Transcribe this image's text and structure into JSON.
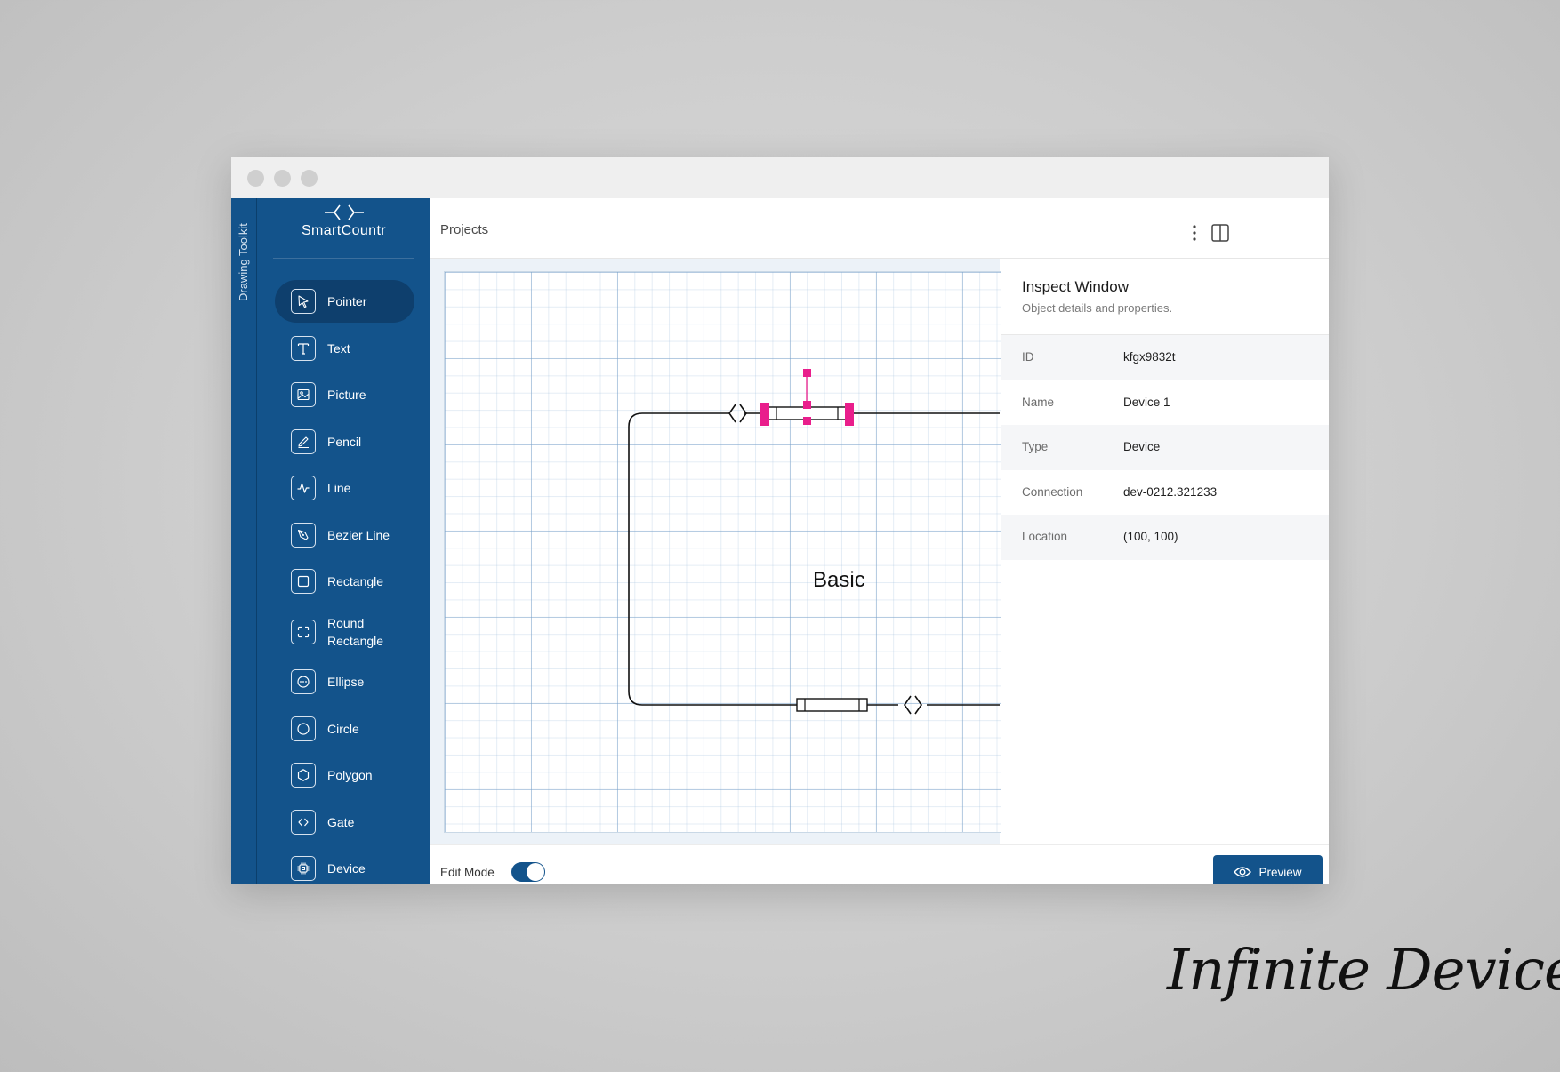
{
  "window": {
    "controls": [
      "close",
      "minimize",
      "maximize"
    ]
  },
  "sidebar_strip": {
    "label": "Drawing Toolkit"
  },
  "logo": {
    "text": "SmartCountr",
    "icon": "gate-icon"
  },
  "tools": [
    {
      "label": "Pointer",
      "icon": "pointer-icon",
      "active": true
    },
    {
      "label": "Text",
      "icon": "text-icon"
    },
    {
      "label": "Picture",
      "icon": "picture-icon"
    },
    {
      "label": "Pencil",
      "icon": "pencil-icon"
    },
    {
      "label": "Line",
      "icon": "line-icon"
    },
    {
      "label": "Bezier Line",
      "icon": "bezier-icon"
    },
    {
      "label": "Rectangle",
      "icon": "rectangle-icon"
    },
    {
      "label": "Round Rectangle",
      "icon": "round-rectangle-icon"
    },
    {
      "label": "Ellipse",
      "icon": "ellipse-icon"
    },
    {
      "label": "Circle",
      "icon": "circle-icon"
    },
    {
      "label": "Polygon",
      "icon": "polygon-icon"
    },
    {
      "label": "Gate",
      "icon": "gate-icon"
    },
    {
      "label": "Device",
      "icon": "device-icon"
    }
  ],
  "header": {
    "title": "Projects"
  },
  "canvas": {
    "label": "Basic"
  },
  "inspect": {
    "title": "Inspect Window",
    "subtitle": "Object details and properties.",
    "properties": [
      {
        "key": "ID",
        "value": "kfgx9832t"
      },
      {
        "key": "Name",
        "value": "Device 1"
      },
      {
        "key": "Type",
        "value": "Device"
      },
      {
        "key": "Connection",
        "value": "dev-0212.321233"
      },
      {
        "key": "Location",
        "value": "(100, 100)"
      }
    ]
  },
  "footer": {
    "edit_mode_label": "Edit Mode",
    "edit_mode_on": true,
    "preview_label": "Preview"
  },
  "brand": {
    "text": "Infinite Devices"
  },
  "colors": {
    "primary": "#13538b",
    "selection": "#e91e8c",
    "grid": "#a9c3dc"
  }
}
